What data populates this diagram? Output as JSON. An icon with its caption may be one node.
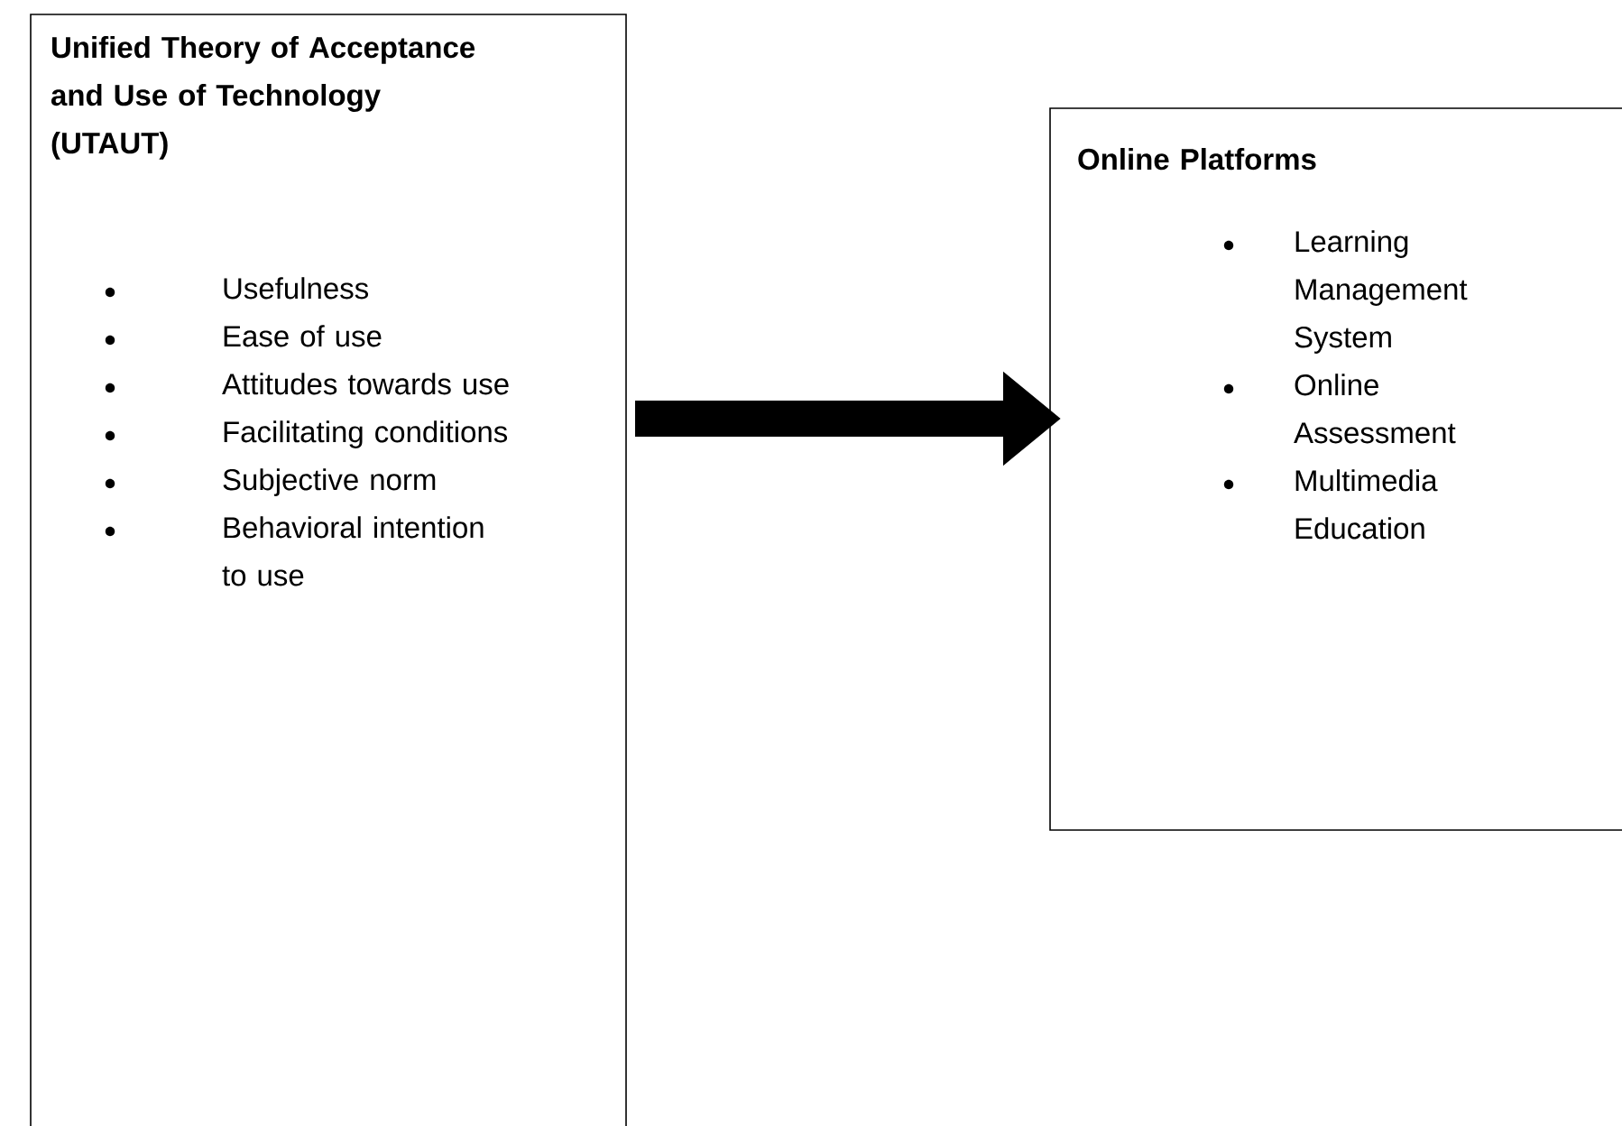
{
  "diagram": {
    "nodes": [
      {
        "text": [
          "Unified Theory of Acceptance and Use of Technology (UTAUT)",
          "Usefulness",
          "Ease of use",
          "Attitudes towards use",
          "Facilitating conditions",
          "Subjective norm",
          "Behavioral intention to use"
        ]
      },
      {
        "text": [
          "Online Platforms",
          "Learning Management System",
          "Online Assessment",
          "Multimedia Education"
        ]
      }
    ],
    "edges": [
      {
        "from": 0,
        "to": 1,
        "arrow": "to"
      }
    ]
  }
}
